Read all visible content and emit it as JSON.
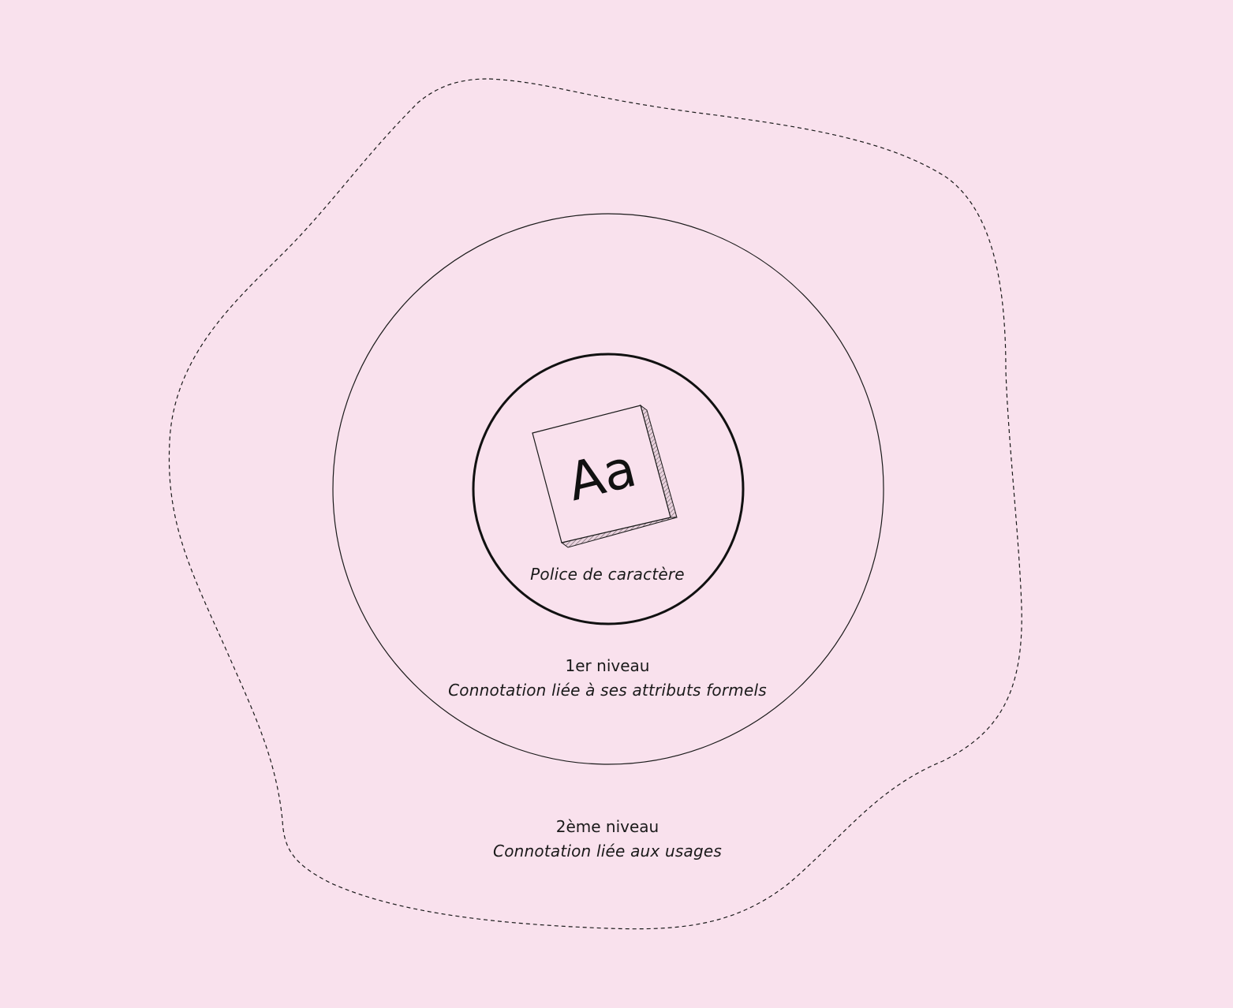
{
  "colors": {
    "background": "#f9e1ed",
    "stroke": "#1a1a1a",
    "card_face": "#f9e1ed",
    "card_edge": "#c9b2bd"
  },
  "center": {
    "glyph": "Aa",
    "caption": "Police de caractère"
  },
  "level1": {
    "title": "1er niveau",
    "subtitle": "Connotation liée à ses attributs formels"
  },
  "level2": {
    "title": "2ème niveau",
    "subtitle": "Connotation liée aux usages"
  }
}
